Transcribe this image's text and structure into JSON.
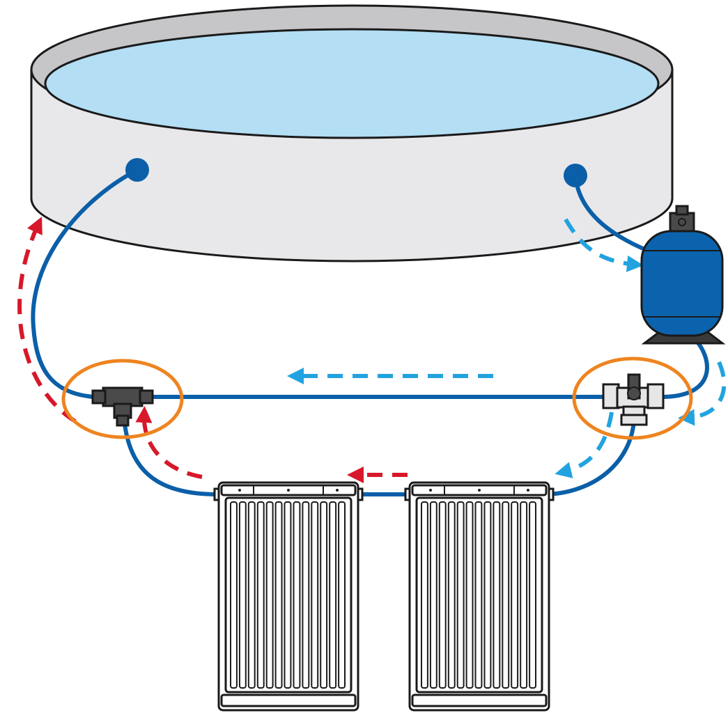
{
  "diagram": {
    "description_components": [
      "pool",
      "pool-return-inlet",
      "pool-skimmer-outlet",
      "sand-filter-pump",
      "three-way-bypass-valve",
      "tee-fitting",
      "solar-panel-1",
      "solar-panel-2"
    ],
    "colors": {
      "pool_wall": "#e8e8ea",
      "pool_rim": "#c6c6c8",
      "water": "#b3def4",
      "pipe": "#0b5fa8",
      "port": "#0b5fa8",
      "filter_body": "#0b63ad",
      "filter_base": "#3a3a3a",
      "tee": "#4a4a4a",
      "valve_body": "#e6e6e6",
      "valve_handle": "#4a4a4a",
      "highlight_ring": "#ee8420",
      "flow_hot": "#d7182a",
      "flow_cold": "#22a3e0",
      "outline": "#1a1a1a"
    }
  }
}
